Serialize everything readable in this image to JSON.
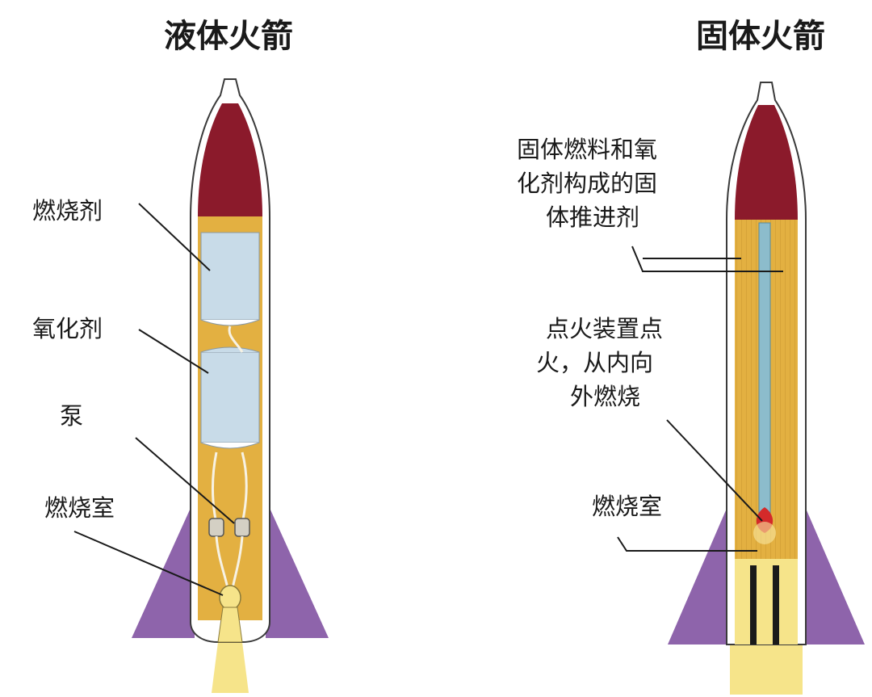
{
  "liquid": {
    "title": "液体火箭",
    "labels": {
      "fuel": "燃烧剂",
      "oxidizer": "氧化剂",
      "pump": "泵",
      "chamber": "燃烧室"
    }
  },
  "solid": {
    "title": "固体火箭",
    "labels": {
      "propellant_line1": "固体燃料和氧",
      "propellant_line2": "化剂构成的固",
      "propellant_line3": "体推进剂",
      "ignition_line1": "点火装置点",
      "ignition_line2": "火，从内向",
      "ignition_line3": "外燃烧",
      "chamber": "燃烧室"
    }
  },
  "colors": {
    "nose": "#8b1a2b",
    "fin": "#8e64ab",
    "body": "#e3b041",
    "tank": "#c8dbe8",
    "flame": "#f6e48a",
    "core": "#8cbccc"
  }
}
